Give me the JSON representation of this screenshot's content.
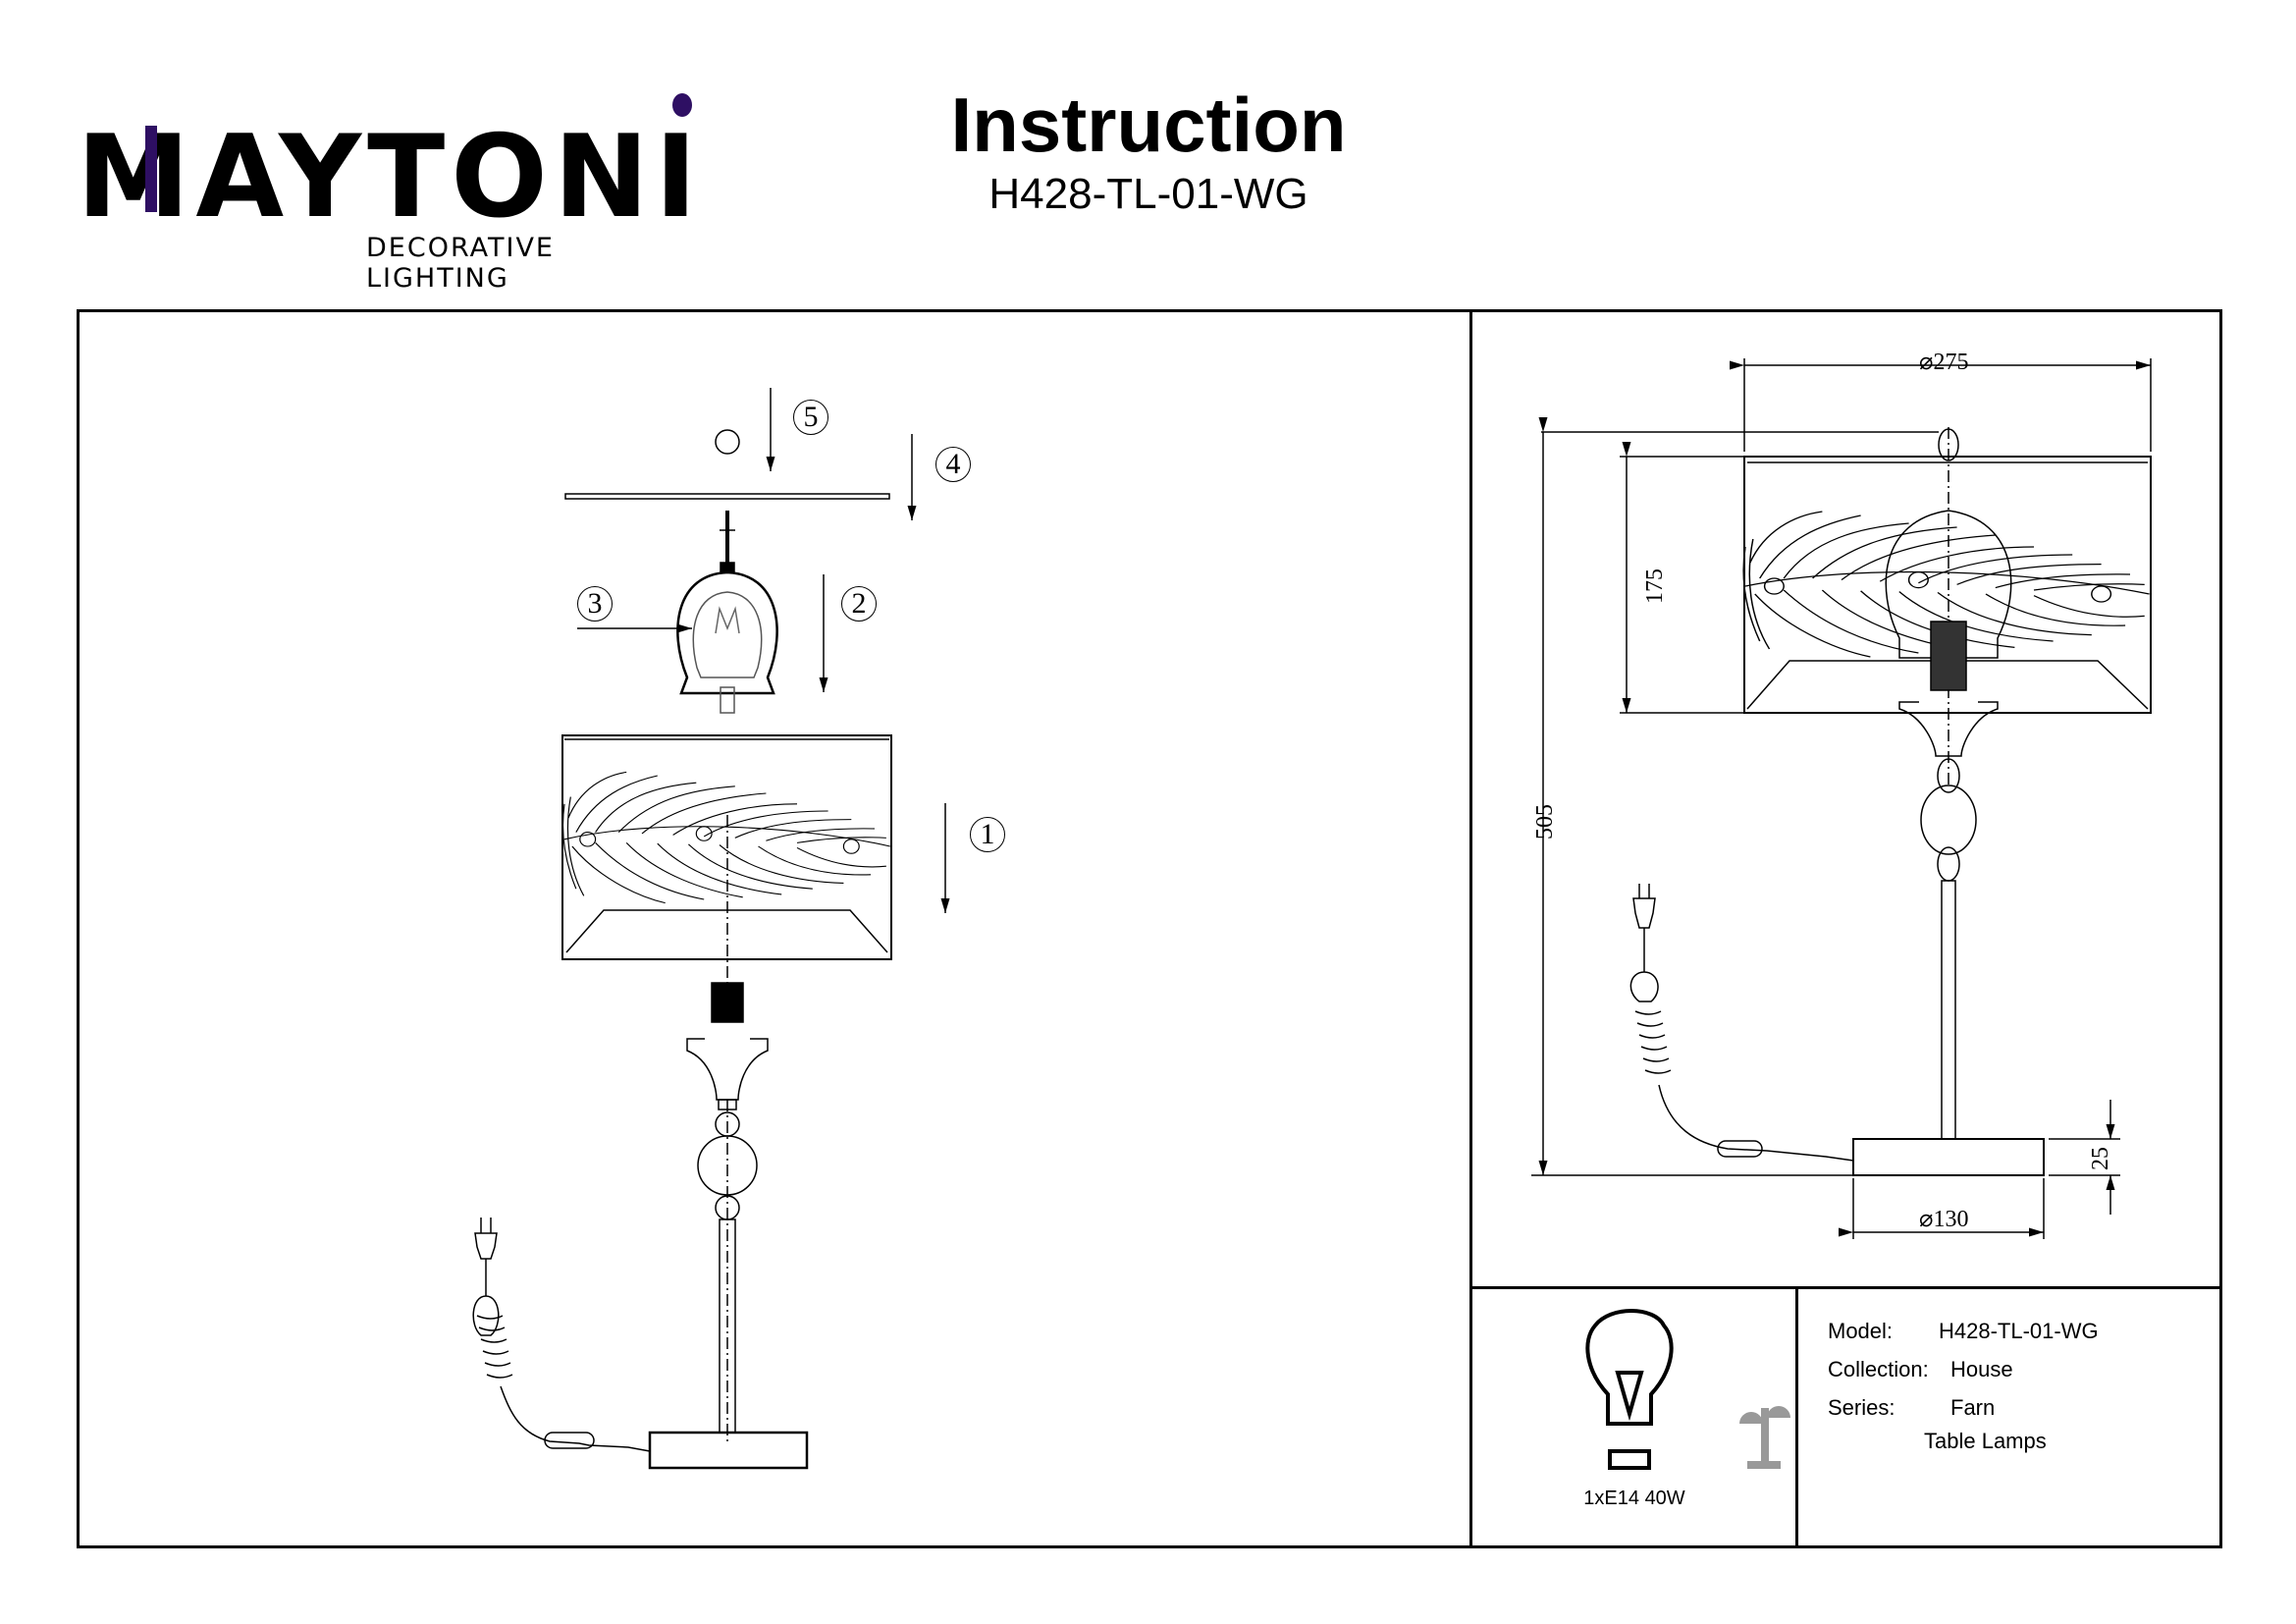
{
  "brand": {
    "name": "MAYTONI",
    "tagline": "DECORATIVE LIGHTING",
    "accent_color": "#2e0f63"
  },
  "header": {
    "title": "Instruction",
    "model_code": "H428-TL-01-WG"
  },
  "assembly": {
    "steps": [
      {
        "number": "1",
        "part": "lampshade"
      },
      {
        "number": "2",
        "part": "bulb-cage"
      },
      {
        "number": "3",
        "part": "bulb"
      },
      {
        "number": "4",
        "part": "top-disc"
      },
      {
        "number": "5",
        "part": "finial"
      }
    ]
  },
  "dimensions": {
    "shade_diameter": "⌀275",
    "shade_height": "175",
    "total_height": "505",
    "base_height": "25",
    "base_diameter": "⌀130",
    "units": "mm"
  },
  "specs": {
    "bulb": "1xE14 40W",
    "bulb_icon": "lightbulb-icon"
  },
  "info": {
    "model_label": "Model:",
    "model_value": "H428-TL-01-WG",
    "collection_label": "Collection:",
    "collection_value": "House",
    "series_label": "Series:",
    "series_value": "Farn",
    "category": "Table Lamps",
    "category_icon": "table-lamp-icon"
  }
}
